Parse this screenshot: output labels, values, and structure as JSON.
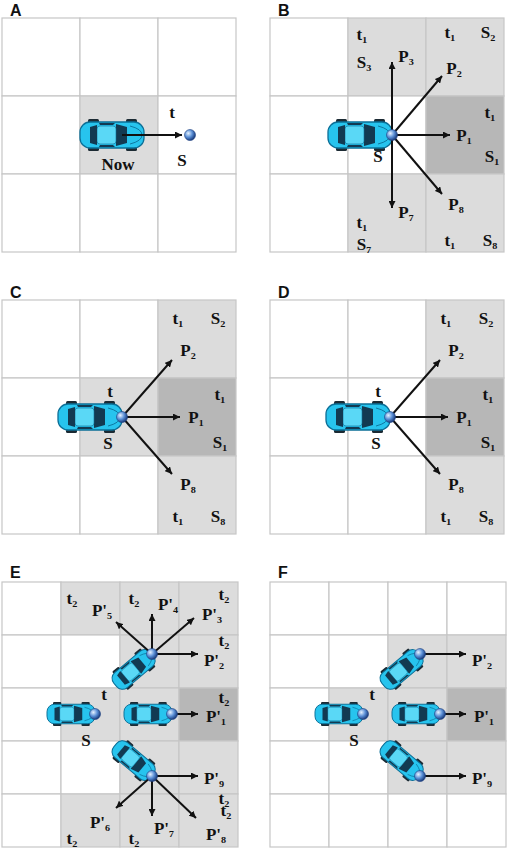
{
  "diagram": {
    "labels": [
      "A",
      "t",
      "Now",
      "S",
      "B",
      "t₁",
      "S₃",
      "P₃",
      "t₁",
      "S₂",
      "P₂",
      "t₁",
      "S₁",
      "P₁",
      "S",
      "t₁",
      "S₇",
      "P₇",
      "t₁",
      "S₈",
      "P₈",
      "C",
      "t₁",
      "S₂",
      "P₂",
      "t",
      "t₁",
      "P₁",
      "S₁",
      "S",
      "P₈",
      "t₁",
      "S₈",
      "D",
      "t₁",
      "S₂",
      "P₂",
      "t",
      "t₁",
      "P₁",
      "S₁",
      "S",
      "P₈",
      "t₁",
      "S₈",
      "E",
      "t₂",
      "P'₅",
      "t₂",
      "P'₄",
      "t₂",
      "P'₃",
      "t₂",
      "P'₂",
      "t",
      "S",
      "t₂",
      "P'₁",
      "P'₉",
      "t₂",
      "t₂",
      "P'₆",
      "t₂",
      "P'₇",
      "t₂",
      "P'₈",
      "F",
      "t",
      "S",
      "P'₂",
      "P'₁",
      "P'₉"
    ]
  }
}
